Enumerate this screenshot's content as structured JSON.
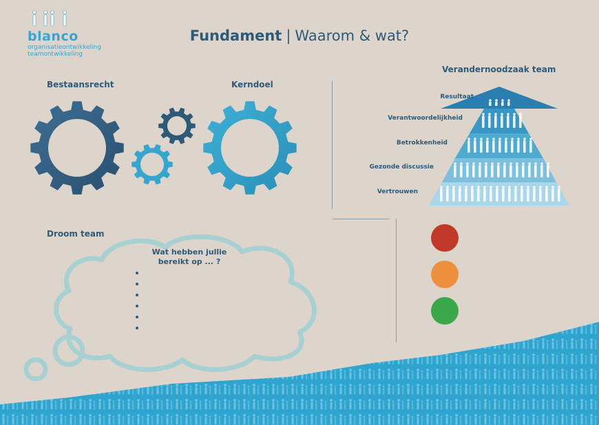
{
  "header": {
    "logo_brand": "blanco",
    "logo_tagline_1": "organisatieontwikkeling",
    "logo_tagline_2": "teamontwikkeling",
    "title_bold": "Fundament",
    "title_separator": "|",
    "title_rest": "Waarom & wat?"
  },
  "gears": {
    "left_label": "Bestaansrecht",
    "right_label": "Kerndoel"
  },
  "pyramid": {
    "title": "Verandernoodzaak team",
    "levels": [
      "Resultaat",
      "Verantwoordelijkheid",
      "Betrokkenheid",
      "Gezonde discussie",
      "Vertrouwen"
    ]
  },
  "dream": {
    "title": "Droom team",
    "question": "Wat hebben jullie bereikt op ... ?"
  },
  "traffic_light": {
    "colors": [
      "#c0392b",
      "#ee8f3d",
      "#3aa84a"
    ]
  },
  "colors": {
    "dark_blue": "#2e5a78",
    "accent_blue": "#3aa3cf",
    "cloud": "#a8d0d2",
    "background": "#ddd5cc"
  }
}
